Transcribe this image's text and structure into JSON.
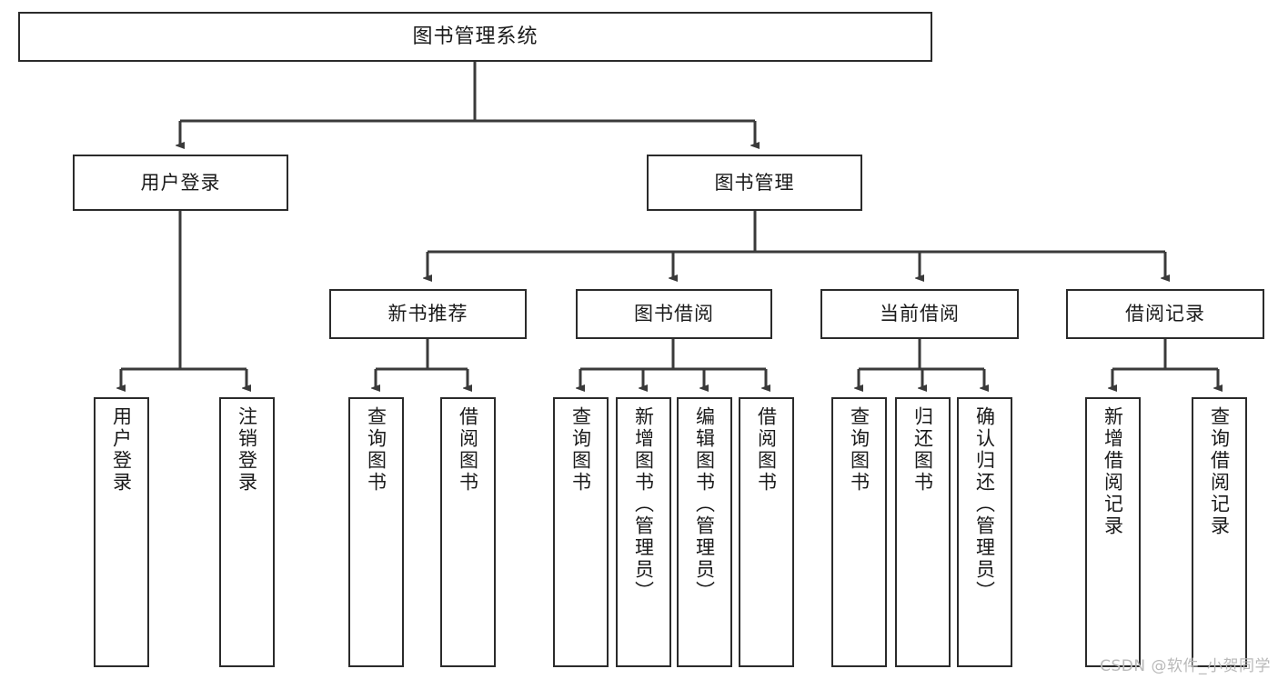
{
  "diagram": {
    "title": "图书管理系统",
    "type": "hierarchy-tree",
    "orientation": "top-down",
    "colors": {
      "box_border": "#2b2b2b",
      "box_fill": "#ffffff",
      "edge": "#3a3a3a",
      "text": "#1a1a1a",
      "watermark": "#b9b9b9",
      "background": "#ffffff"
    },
    "watermark": "CSDN @软件_小贺同学"
  },
  "nodes": {
    "root": {
      "label": "图书管理系统"
    },
    "level2": [
      {
        "id": "user-login",
        "label": "用户登录"
      },
      {
        "id": "book-management",
        "label": "图书管理"
      }
    ],
    "level3": [
      {
        "id": "new-book-recommend",
        "label": "新书推荐"
      },
      {
        "id": "book-borrow",
        "label": "图书借阅"
      },
      {
        "id": "current-borrow",
        "label": "当前借阅"
      },
      {
        "id": "borrow-record",
        "label": "借阅记录"
      }
    ],
    "leaves": {
      "user_login": [
        {
          "id": "leaf-user-login",
          "label": "用户登录"
        },
        {
          "id": "leaf-logout-login",
          "label": "注销登录"
        }
      ],
      "new_book_recommend": [
        {
          "id": "leaf-query-book-1",
          "label": "查询图书"
        },
        {
          "id": "leaf-borrow-book-1",
          "label": "借阅图书"
        }
      ],
      "book_borrow": [
        {
          "id": "leaf-query-book-2",
          "label": "查询图书"
        },
        {
          "id": "leaf-add-book",
          "label": "新增图书（管理员）"
        },
        {
          "id": "leaf-edit-book",
          "label": "编辑图书（管理员）"
        },
        {
          "id": "leaf-borrow-book-2",
          "label": "借阅图书"
        }
      ],
      "current_borrow": [
        {
          "id": "leaf-query-book-3",
          "label": "查询图书"
        },
        {
          "id": "leaf-return-book",
          "label": "归还图书"
        },
        {
          "id": "leaf-confirm-return",
          "label": "确认归还（管理员）"
        }
      ],
      "borrow_record": [
        {
          "id": "leaf-add-borrow-record",
          "label": "新增借阅记录"
        },
        {
          "id": "leaf-query-borrow-record",
          "label": "查询借阅记录"
        }
      ]
    }
  }
}
